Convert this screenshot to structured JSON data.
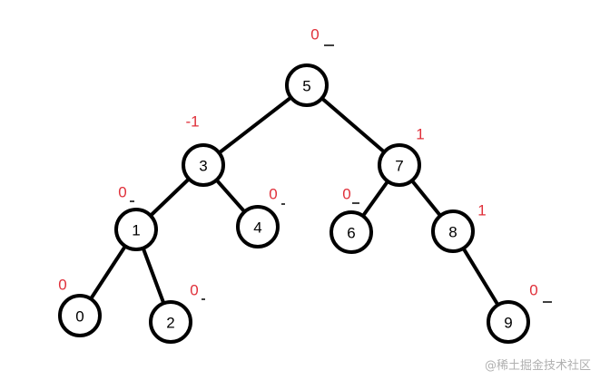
{
  "tree": {
    "nodes": [
      {
        "id": "5",
        "label": "5",
        "balance_factor": "0"
      },
      {
        "id": "3",
        "label": "3",
        "balance_factor": "-1"
      },
      {
        "id": "7",
        "label": "7",
        "balance_factor": "1"
      },
      {
        "id": "1",
        "label": "1",
        "balance_factor": "0"
      },
      {
        "id": "4",
        "label": "4",
        "balance_factor": "0"
      },
      {
        "id": "6",
        "label": "6",
        "balance_factor": "0"
      },
      {
        "id": "8",
        "label": "8",
        "balance_factor": "1"
      },
      {
        "id": "0",
        "label": "0",
        "balance_factor": "0"
      },
      {
        "id": "2",
        "label": "2",
        "balance_factor": "0"
      },
      {
        "id": "9",
        "label": "9",
        "balance_factor": "0"
      }
    ],
    "edges": [
      {
        "from": "5",
        "to": "3"
      },
      {
        "from": "5",
        "to": "7"
      },
      {
        "from": "3",
        "to": "1"
      },
      {
        "from": "3",
        "to": "4"
      },
      {
        "from": "7",
        "to": "6"
      },
      {
        "from": "7",
        "to": "8"
      },
      {
        "from": "1",
        "to": "0"
      },
      {
        "from": "1",
        "to": "2"
      },
      {
        "from": "8",
        "to": "9"
      }
    ]
  },
  "colors": {
    "node_stroke": "#000000",
    "edge": "#000000",
    "balance_factor": "#e0303a",
    "watermark": "#b0b0b0"
  },
  "watermark": {
    "text": "@稀土掘金技术社区"
  }
}
